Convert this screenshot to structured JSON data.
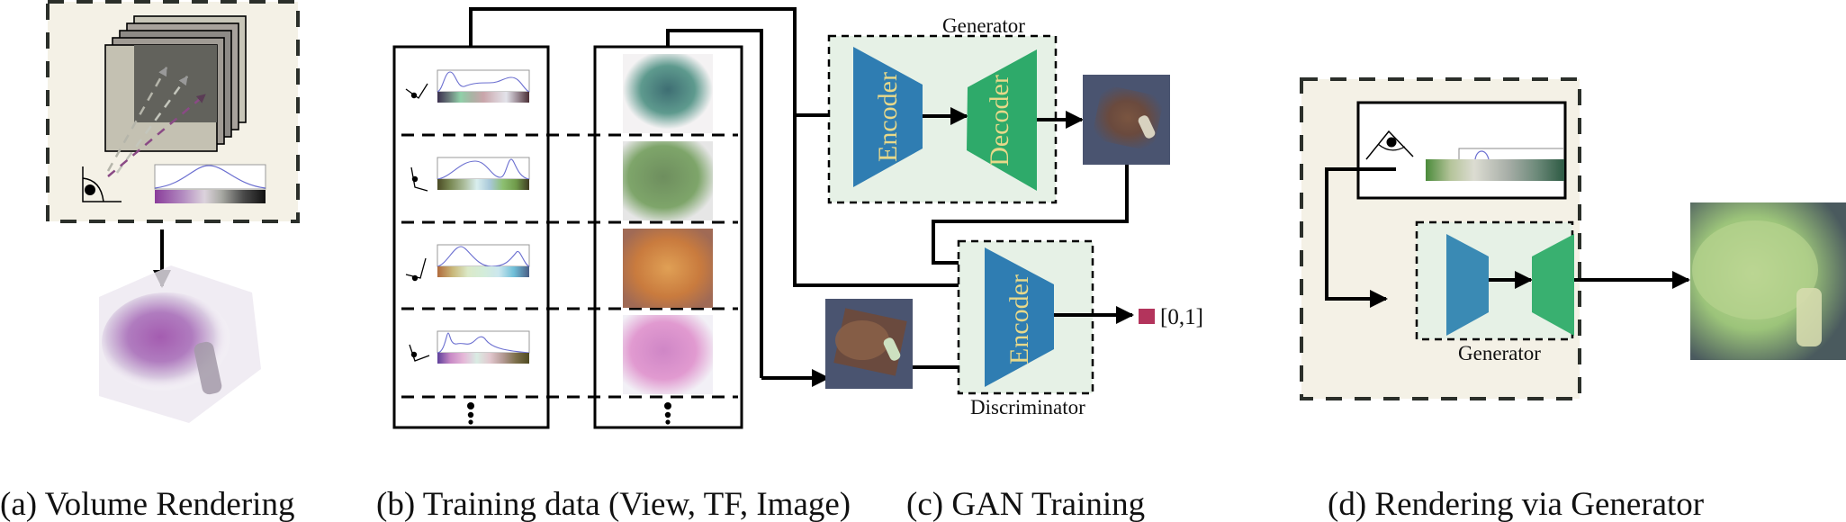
{
  "captions": {
    "a": "(a) Volume Rendering",
    "b": "(b) Training data (View, TF, Image)",
    "c": "(c) GAN Training",
    "d": "(d) Rendering via Generator"
  },
  "gan": {
    "generator_label": "Generator",
    "encoder_label": "Encoder",
    "decoder_label": "Decoder",
    "discriminator_label": "Discriminator",
    "disc_encoder_label": "Encoder",
    "output_label": "[0,1]"
  },
  "inference": {
    "generator_label": "Generator"
  },
  "colors": {
    "panel_bg": "#f4f1e6",
    "net_bg": "#e6f1e6",
    "encoder": "#2f7db2",
    "decoder": "#2eaa6a",
    "encoder_d": "#3a8ab4",
    "decoder_d": "#39b070",
    "text_on_net": "#e8d98a",
    "output_square": "#b3345c",
    "tf_curve": "#6b6fd0"
  },
  "training_rows": [
    {
      "tf_colors": [
        "#3a2f4e",
        "#6a7a7a",
        "#8fd0a8",
        "#a9b3a4",
        "#c9a5aa",
        "#d7c6cc",
        "#e3e3ea",
        "#9a8a94",
        "#4a2e35"
      ],
      "image_palette": [
        "#5e9a8e",
        "#3e6e73",
        "#f4f2f3"
      ]
    },
    {
      "tf_colors": [
        "#4b4b25",
        "#7a8a55",
        "#aabb99",
        "#d9eeee",
        "#a8c8d9",
        "#8cbf70",
        "#6f9a4a",
        "#3e3a22"
      ],
      "image_palette": [
        "#6e8e5e",
        "#a7d38e",
        "#e6e6e6"
      ]
    },
    {
      "tf_colors": [
        "#b06a3c",
        "#c9b87a",
        "#dbe9c8",
        "#d3ecd9",
        "#cce7ee",
        "#6fbfd8",
        "#4a5e85"
      ],
      "image_palette": [
        "#c97b3e",
        "#e0a055",
        "#a06a55"
      ]
    },
    {
      "tf_colors": [
        "#5e3f9a",
        "#c98ac6",
        "#e5b8d8",
        "#d9ece3",
        "#e2c8cf",
        "#b49a94",
        "#7c6f4a",
        "#4f4a22"
      ],
      "image_palette": [
        "#e19ad0",
        "#cf86c6",
        "#f2f0f6"
      ]
    }
  ]
}
